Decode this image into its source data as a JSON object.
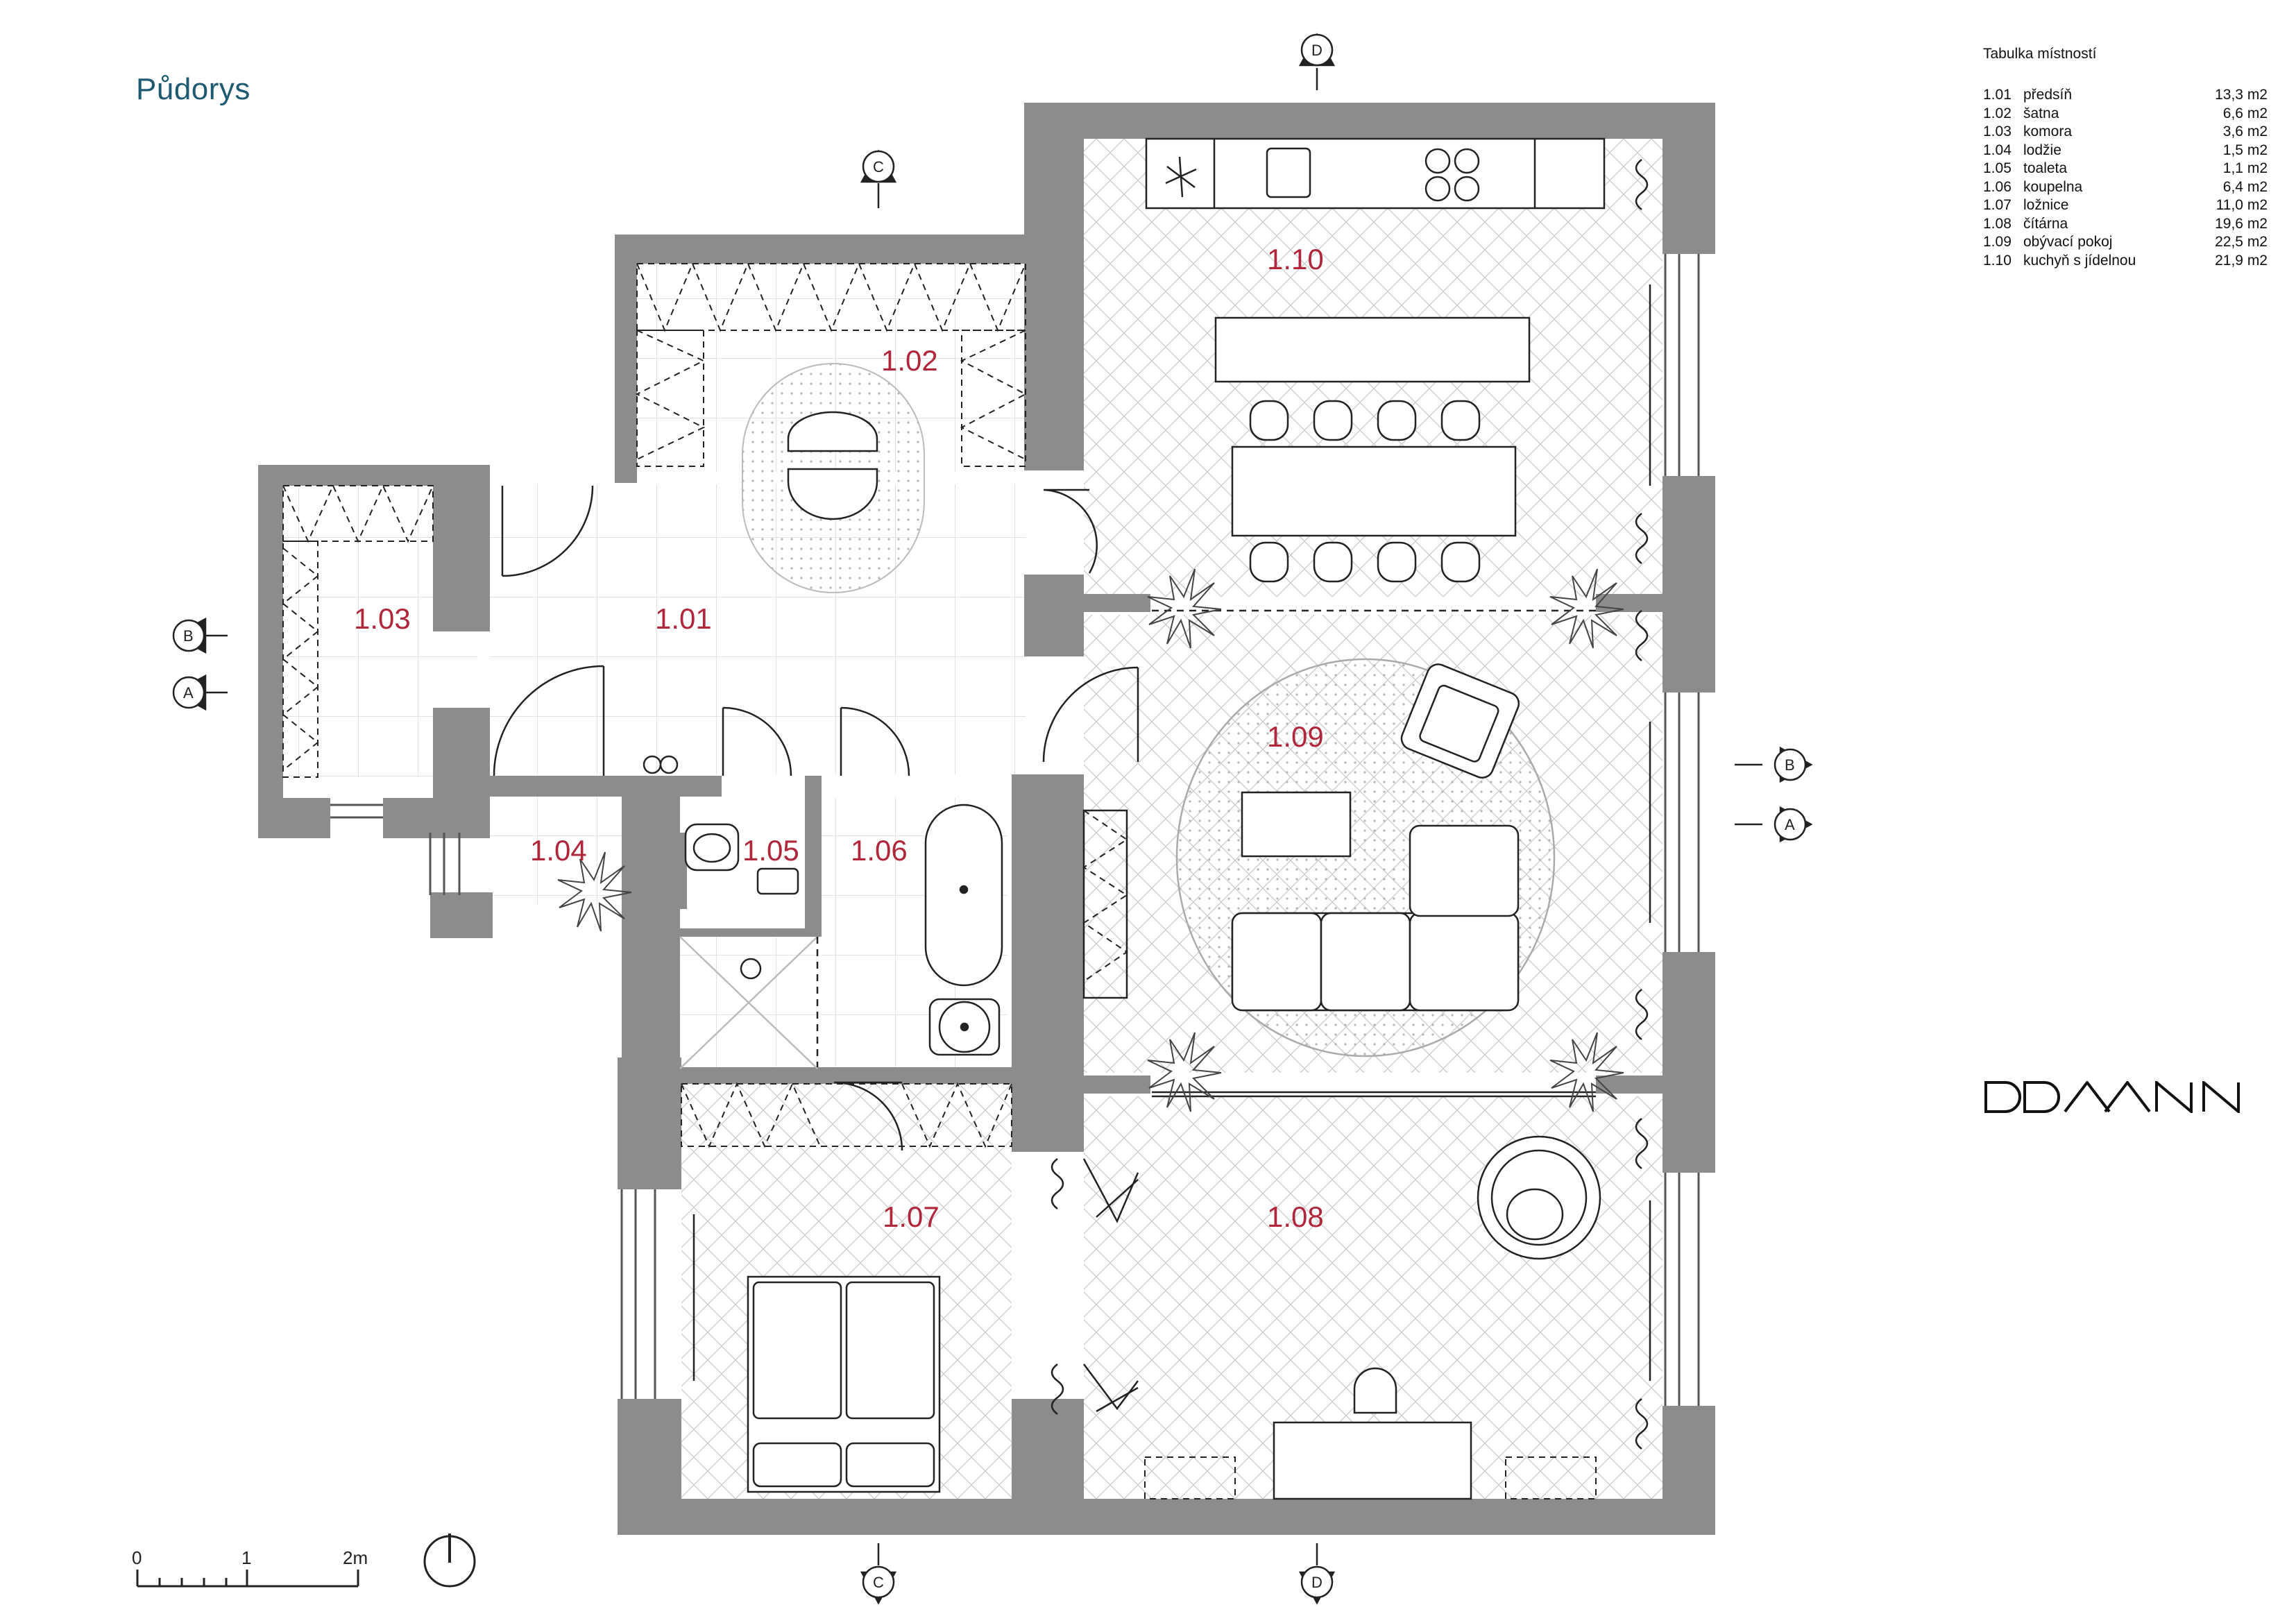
{
  "title": "Půdorys",
  "colors": {
    "accent": "#1f5a73",
    "room_label": "#b0263a",
    "wall": "#8c8c8c",
    "line": "#222222",
    "floor_hatch": "#c7c7c7"
  },
  "schedule": {
    "heading": "Tabulka místností",
    "rooms": [
      {
        "code": "1.01",
        "name": "předsíň",
        "area": "13,3 m2"
      },
      {
        "code": "1.02",
        "name": "šatna",
        "area": "6,6 m2"
      },
      {
        "code": "1.03",
        "name": "komora",
        "area": "3,6 m2"
      },
      {
        "code": "1.04",
        "name": "lodžie",
        "area": "1,5 m2"
      },
      {
        "code": "1.05",
        "name": "toaleta",
        "area": "1,1 m2"
      },
      {
        "code": "1.06",
        "name": "koupelna",
        "area": "6,4 m2"
      },
      {
        "code": "1.07",
        "name": "ložnice",
        "area": "11,0 m2"
      },
      {
        "code": "1.08",
        "name": "čítárna",
        "area": "19,6 m2"
      },
      {
        "code": "1.09",
        "name": "obývací pokoj",
        "area": "22,5 m2"
      },
      {
        "code": "1.10",
        "name": "kuchyň s jídelnou",
        "area": "21,9 m2"
      }
    ]
  },
  "plan_labels": {
    "r101": "1.01",
    "r102": "1.02",
    "r103": "1.03",
    "r104": "1.04",
    "r105": "1.05",
    "r106": "1.06",
    "r107": "1.07",
    "r108": "1.08",
    "r109": "1.09",
    "r110": "1.10"
  },
  "section_marks": {
    "a": "A",
    "b": "B",
    "c": "C",
    "d": "D"
  },
  "scale_bar": {
    "t0": "0",
    "t1": "1",
    "t2": "2m"
  },
  "north_icon": "north-arrow-icon",
  "logo_icon": "ddaann-logo"
}
